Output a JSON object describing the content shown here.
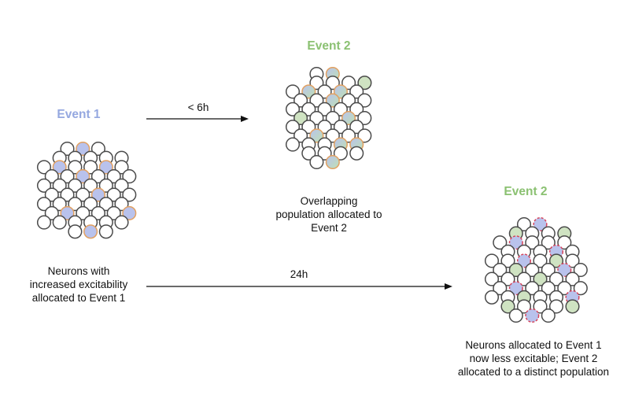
{
  "colors": {
    "event1": "#95a8e0",
    "event2": "#8bc172",
    "outline": "#4a4a4a",
    "orange_ring": "#e2a060",
    "red_dash": "#d7445a",
    "fill_blue": "#b9c2ec",
    "fill_green": "#cfe3c2"
  },
  "panels": {
    "event1": {
      "title": "Event 1",
      "caption": [
        "Neurons with",
        "increased excitability",
        "allocated to Event 1"
      ]
    },
    "event2_early": {
      "title": "Event 2",
      "caption": [
        "Overlapping",
        "population allocated to",
        "Event 2"
      ]
    },
    "event2_late": {
      "title": "Event 2",
      "caption": [
        "Neurons allocated to Event 1",
        "now less excitable; Event 2",
        "allocated to a distinct population"
      ]
    }
  },
  "arrows": {
    "short": {
      "label": "< 6h"
    },
    "long": {
      "label": "24h"
    }
  }
}
